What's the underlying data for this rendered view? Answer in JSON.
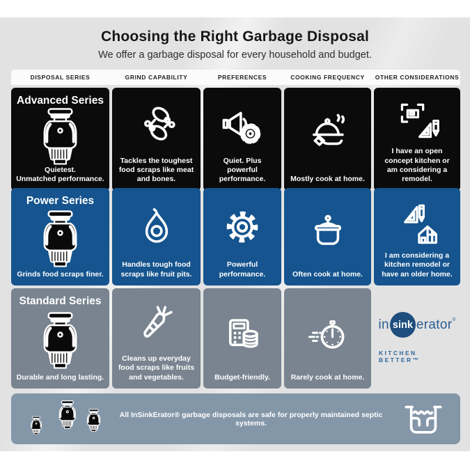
{
  "header": {
    "title": "Choosing the Right Garbage Disposal",
    "subtitle": "We offer a garbage disposal for every household and budget."
  },
  "columns": [
    "DISPOSAL SERIES",
    "GRIND CAPABILITY",
    "PREFERENCES",
    "COOKING FREQUENCY",
    "OTHER CONSIDERATIONS"
  ],
  "rows": [
    {
      "series": "Advanced Series",
      "series_caption": "Quietest.\nUnmatched performance.",
      "bg": "#0b0b0b",
      "cells": [
        {
          "icon": "drumsticks-icon",
          "caption": "Tackles the toughest food scraps like meat and bones."
        },
        {
          "icon": "speaker-gear-icon",
          "caption": "Quiet. Plus powerful performance."
        },
        {
          "icon": "serving-dish-icon",
          "caption": "Mostly cook at home."
        },
        {
          "icon": "floorplan-ruler-pencil-icon",
          "caption": "I have an open concept kitchen or am considering a remodel."
        }
      ]
    },
    {
      "series": "Power Series",
      "series_caption": "Grinds food scraps finer.",
      "bg": "#15548e",
      "cells": [
        {
          "icon": "avocado-icon",
          "caption": "Handles tough food scraps like fruit pits."
        },
        {
          "icon": "gear-icon",
          "caption": "Powerful performance."
        },
        {
          "icon": "cooking-pot-icon",
          "caption": "Often cook at home."
        },
        {
          "icon": "ruler-pencil-house-icon",
          "caption": "I am considering a kitchen remodel or have an older home."
        }
      ]
    },
    {
      "series": "Standard Series",
      "series_caption": "Durable and long lasting.",
      "bg": "#798490",
      "cells": [
        {
          "icon": "carrot-icon",
          "caption": "Cleans up everyday food scraps like fruits and vegetables."
        },
        {
          "icon": "calculator-coins-icon",
          "caption": "Budget-friendly."
        },
        {
          "icon": "stopwatch-icon",
          "caption": "Rarely cook at home."
        }
      ]
    }
  ],
  "logo": {
    "in": "in",
    "sink": "sink",
    "erator": "erator",
    "reg": "®",
    "tagline": "KITCHEN BETTER™"
  },
  "footer": {
    "text": "All InSinkErator® garbage disposals are safe for properly maintained septic systems."
  },
  "colors": {
    "advanced_bg": "#0b0b0b",
    "power_bg": "#15548e",
    "standard_bg": "#798490",
    "footer_bg": "#8497a9",
    "header_strip_bg": "#fbfbfb",
    "panel_bg": "#e2e2e3",
    "logo_navy": "#1d4e7d",
    "logo_blue": "#2a5d8f"
  }
}
